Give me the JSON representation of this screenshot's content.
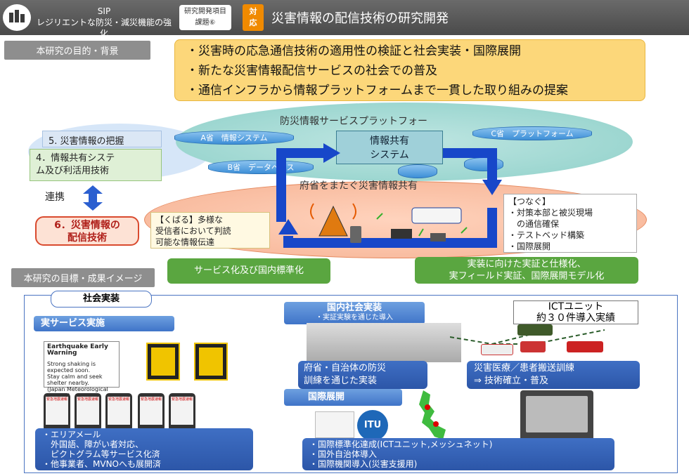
{
  "header": {
    "sip_line1": "SIP",
    "sip_line2": "レジリエントな防災・減災機能の強化",
    "project_line1": "研究開発項目",
    "project_line2": "課題⑥",
    "taiou_line1": "対",
    "taiou_line2": "応",
    "title": "災害情報の配信技術の研究開発"
  },
  "purpose": {
    "label": "本研究の目的・背景",
    "bullets": [
      "・災害時の応急通信技術の適用性の検証と社会実装・国際展開",
      "・新たな災害情報配信サービスの社会での普及",
      "・通信インフラから情報プラットフォームまで一貫した取り組みの提案"
    ]
  },
  "diagram": {
    "platform_label": "防災情報サービスプラットフォー",
    "barrel_a": "A省　情報システム",
    "barrel_b": "B省　データベース",
    "barrel_c": "C省　プラットフォーム",
    "center_line1": "情報共有",
    "center_line2": "システム",
    "sharing_label": "府省をまたぐ災害情報共有",
    "item5": "5. 災害情報の把握",
    "item4_line1": "4．情報共有システ",
    "item4_line2": "ム及び利活用技術",
    "renkei": "連携",
    "item6_line1": "6．災害情報の",
    "item6_line2": "配信技術",
    "kubaru_line1": "【くばる】多様な",
    "kubaru_line2": "受信者において判読",
    "kubaru_line3": "可能な情報伝達",
    "tsunagu_title": "【つなぐ】",
    "tsunagu_items": [
      "・対策本部と被災現場",
      "　の通信確保",
      "・テストベッド構築",
      "・国際展開"
    ],
    "green_left": "サービス化及び国内標準化",
    "green_right_line1": "実装に向けた実証と仕様化、",
    "green_right_line2": "実フィールド実証、国際展開モデル化"
  },
  "goals": {
    "label": "本研究の目標・成果イメージ",
    "shakai": "社会実装",
    "service_header": "実サービス実施",
    "eew_title": "Earthquake Early Warning",
    "eew_body1": "Strong shaking is expected soon.",
    "eew_body2": "Stay calm and seek shelter nearby.",
    "eew_body3": "(Japan Meteorological Agency)",
    "phone_text": "緊急地震速報",
    "service_bullets": [
      "・エリアメール",
      "　外国語、障がい者対応、",
      "　ピクトグラム等サービス化済",
      "・他事業者、MVNOへも展開済"
    ],
    "domestic_header": "国内社会実装",
    "domestic_sub": "・実証実験を通じた導入",
    "ict_line1": "ICTユニット",
    "ict_line2": "約３０件導入実績",
    "gov_line1": "府省・自治体の防災",
    "gov_line2": "訓練を通じた実装",
    "med_line1": "災害医療／患者搬送訓練",
    "med_line2": "⇒ 技術確立・普及",
    "intl_header": "国際展開",
    "itu_label": "ITU",
    "intl_bullets": [
      "・国際標準化達成(ICTユニット,メッシュネット)",
      "・国外自治体導入",
      "・国際機関導入(災害支援用)"
    ]
  }
}
